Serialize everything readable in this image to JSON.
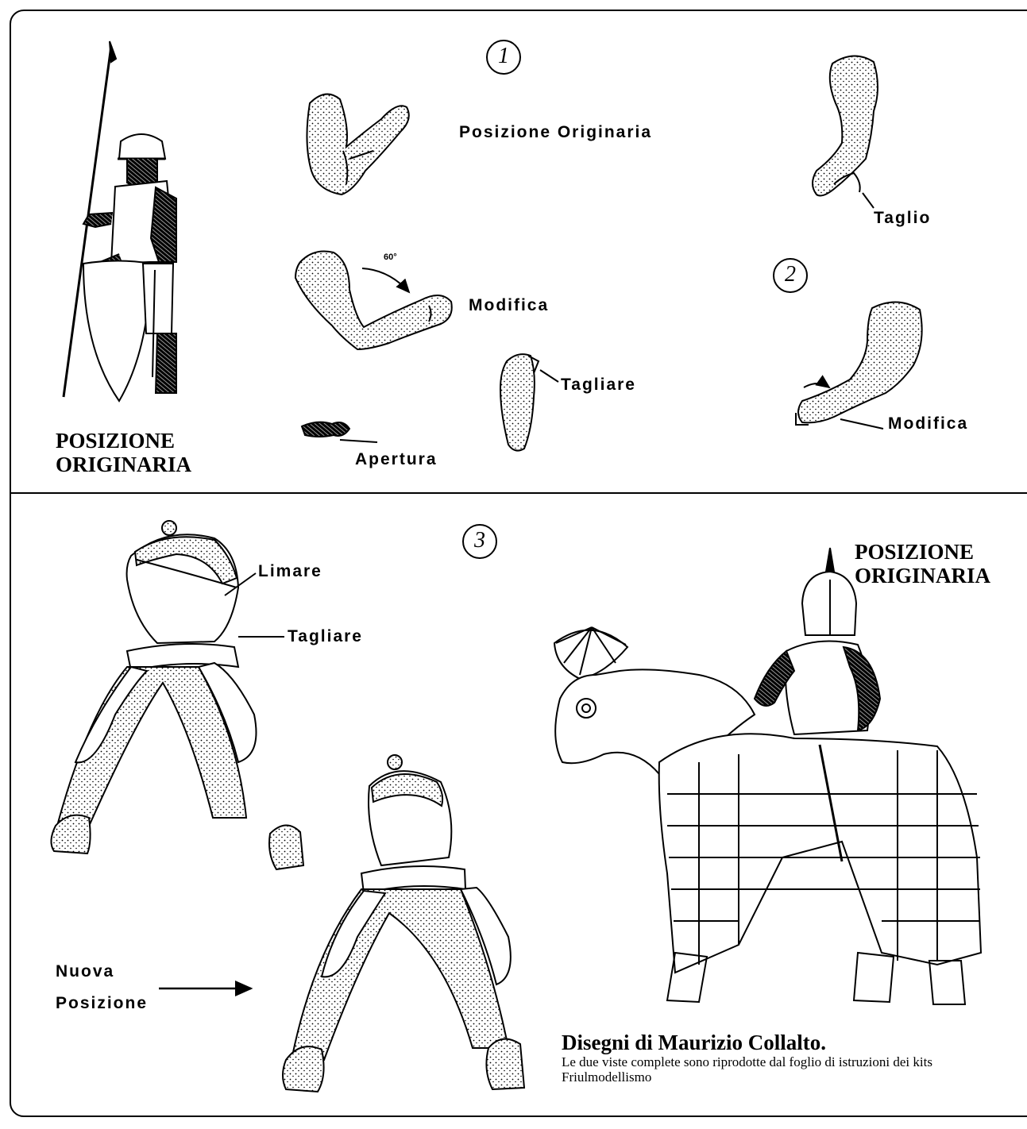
{
  "top_panel": {
    "step_1": "1",
    "step_2": "2",
    "soldier_caption": "POSIZIONE\nORIGINARIA",
    "labels": {
      "posizione_originaria": "Posizione Originaria",
      "modifica_left": "Modifica",
      "angle": "60°",
      "apertura": "Apertura",
      "tagliare": "Tagliare",
      "taglio": "Taglio",
      "modifica_right": "Modifica"
    }
  },
  "bottom_panel": {
    "step_3": "3",
    "labels": {
      "limare": "Limare",
      "tagliare": "Tagliare",
      "nuova": "Nuova",
      "posizione": "Posizione"
    },
    "rider_caption": "POSIZIONE\nORIGINARIA",
    "credit_title": "Disegni di Maurizio Collalto.",
    "credit_text": "Le due viste complete sono riprodotte dal foglio di istruzioni dei kits Friulmodellismo"
  }
}
